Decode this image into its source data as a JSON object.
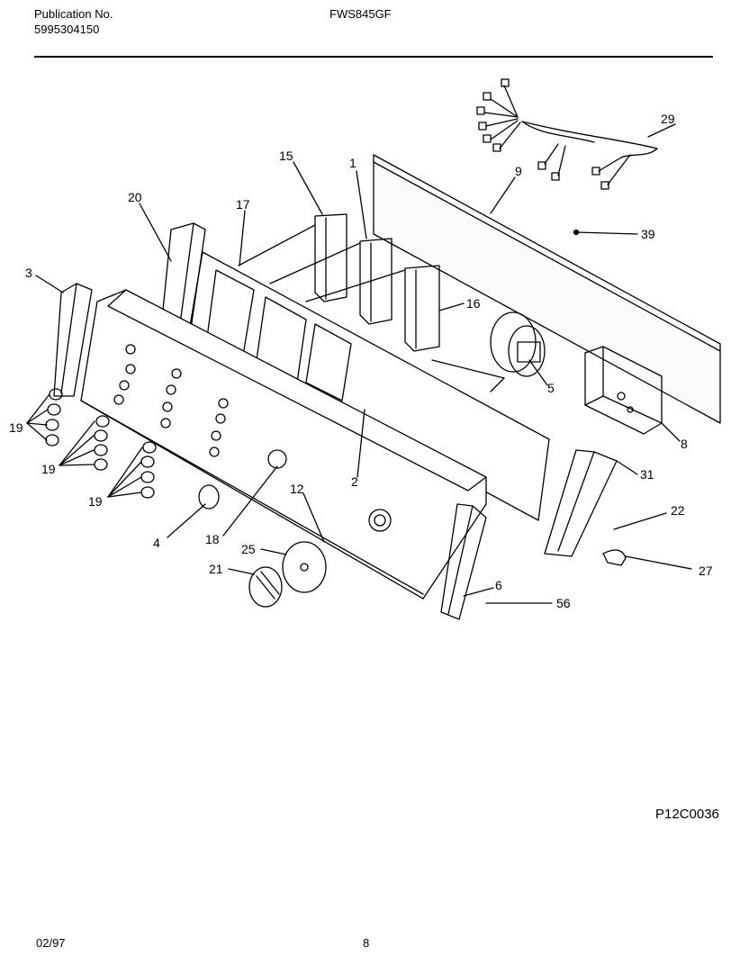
{
  "header": {
    "publication_label": "Publication No.",
    "publication_number": "5995304150",
    "model": "FWS845GF"
  },
  "callouts": {
    "c1": "1",
    "c2": "2",
    "c3": "3",
    "c4": "4",
    "c5": "5",
    "c6": "6",
    "c8": "8",
    "c9": "9",
    "c12": "12",
    "c15": "15",
    "c16": "16",
    "c17": "17",
    "c18": "18",
    "c19a": "19",
    "c19b": "19",
    "c19c": "19",
    "c20": "20",
    "c21": "21",
    "c22": "22",
    "c25": "25",
    "c27": "27",
    "c29": "29",
    "c31": "31",
    "c39": "39",
    "c56": "56"
  },
  "figure_code": "P12C0036",
  "footer": {
    "date": "02/97",
    "page": "8"
  }
}
